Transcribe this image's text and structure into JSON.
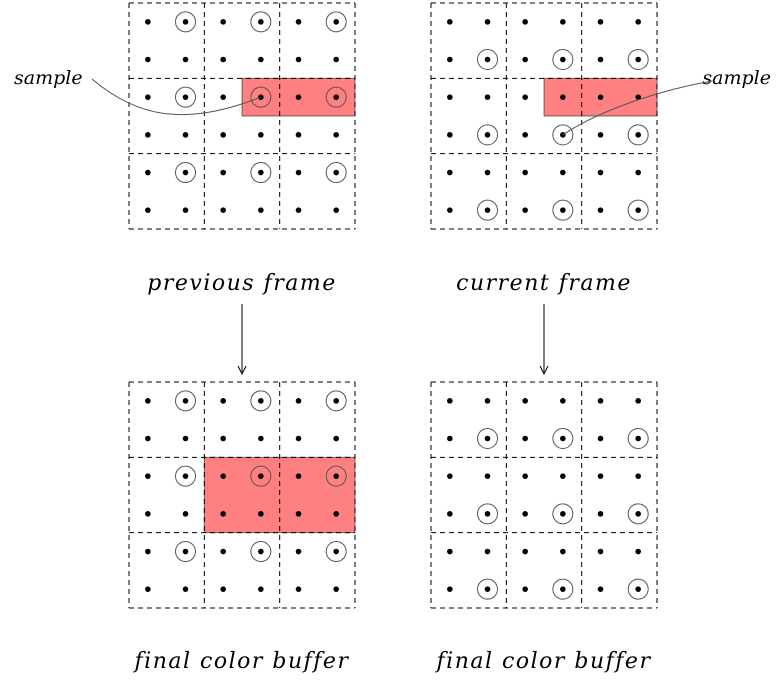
{
  "panels": [
    {
      "id": "previous-frame",
      "caption": "previous frame",
      "highlight": {
        "rows": [
          2,
          2
        ],
        "cols": [
          1.5,
          3
        ]
      },
      "circles": [
        [
          0,
          1
        ],
        [
          0,
          3
        ],
        [
          0,
          5
        ],
        [
          2,
          1
        ],
        [
          2,
          3
        ],
        [
          2,
          5
        ],
        [
          4,
          1
        ],
        [
          4,
          3
        ],
        [
          4,
          5
        ]
      ],
      "sample_label": "sample",
      "arrow_below": true
    },
    {
      "id": "current-frame",
      "caption": "current frame",
      "highlight": {
        "rows": [
          2,
          2
        ],
        "cols": [
          1.5,
          3
        ]
      },
      "circles": [
        [
          1,
          1
        ],
        [
          1,
          3
        ],
        [
          1,
          5
        ],
        [
          3,
          1
        ],
        [
          3,
          3
        ],
        [
          3,
          5
        ],
        [
          5,
          1
        ],
        [
          5,
          3
        ],
        [
          5,
          5
        ]
      ],
      "sample_label": "sample",
      "arrow_below": true
    },
    {
      "id": "final-color-buffer-left",
      "caption": "final color buffer",
      "highlight": {
        "rows": [
          2,
          3
        ],
        "cols": [
          1,
          3
        ]
      },
      "circles": [
        [
          0,
          1
        ],
        [
          0,
          3
        ],
        [
          0,
          5
        ],
        [
          2,
          1
        ],
        [
          2,
          3
        ],
        [
          2,
          5
        ],
        [
          4,
          1
        ],
        [
          4,
          3
        ],
        [
          4,
          5
        ]
      ]
    },
    {
      "id": "final-color-buffer-right",
      "caption": "final color buffer",
      "highlight": null,
      "circles": [
        [
          1,
          1
        ],
        [
          1,
          3
        ],
        [
          1,
          5
        ],
        [
          3,
          1
        ],
        [
          3,
          3
        ],
        [
          3,
          5
        ],
        [
          5,
          1
        ],
        [
          5,
          3
        ],
        [
          5,
          5
        ]
      ]
    }
  ],
  "colors": {
    "highlight_fill": "#ff8080",
    "highlight_stroke": "#000000",
    "grid_stroke": "#000000",
    "dot": "#000000",
    "circle": "#555555",
    "leader": "#555555"
  }
}
